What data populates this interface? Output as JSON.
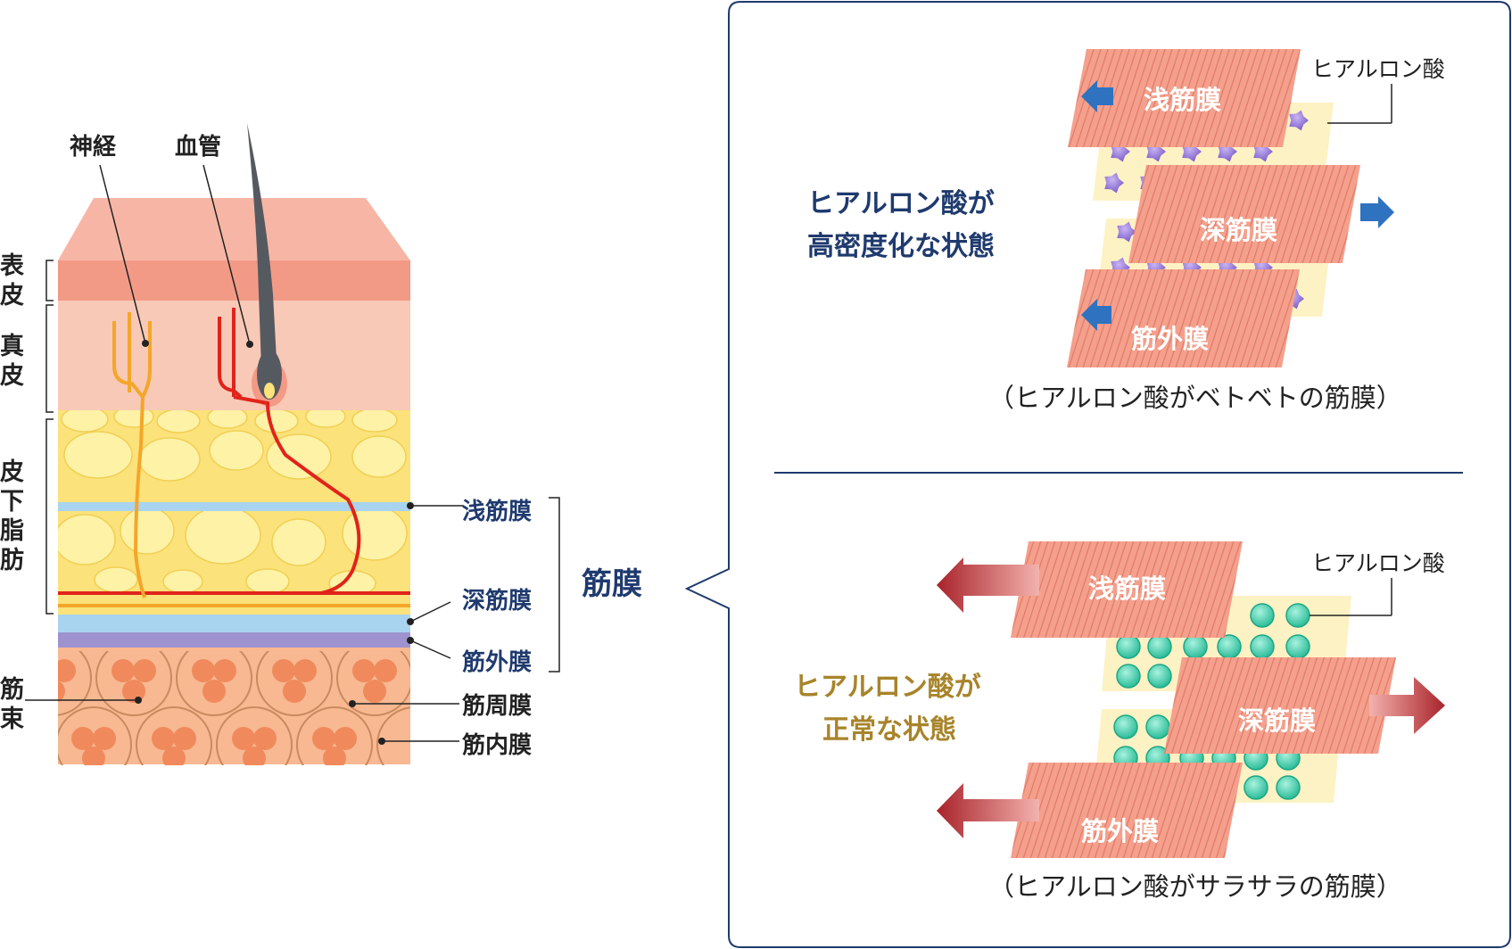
{
  "left": {
    "labels": {
      "nerve": "神経",
      "vessel": "血管",
      "epidermis": "表皮",
      "dermis": "真皮",
      "subcutaneous": "皮下脂肪",
      "bundle": "筋束",
      "superficial_fascia": "浅筋膜",
      "deep_fascia": "深筋膜",
      "epimysium": "筋外膜",
      "fascia_group": "筋膜",
      "perimysium": "筋周膜",
      "endomysium": "筋内膜"
    }
  },
  "top_panel": {
    "state_line1": "ヒアルロン酸が",
    "state_line2": "高密度化な状態",
    "ha_label": "ヒアルロン酸",
    "sheet_top": "浅筋膜",
    "sheet_mid": "深筋膜",
    "sheet_bottom": "筋外膜",
    "caption": "（ヒアルロン酸がベトベトの筋膜）"
  },
  "bottom_panel": {
    "state_line1": "ヒアルロン酸が",
    "state_line2": "正常な状態",
    "ha_label": "ヒアルロン酸",
    "sheet_top": "浅筋膜",
    "sheet_mid": "深筋膜",
    "sheet_bottom": "筋外膜",
    "caption": "（ヒアルロン酸がサラサラの筋膜）"
  },
  "colors": {
    "navy": "#1f3a6e",
    "gold": "#a8842a",
    "fascia_pink": "#f4a08c",
    "fat_yellow": "#fce98a",
    "ha_purple": "#8a6fd0",
    "ha_teal": "#3fcfb0",
    "arrow_blue": "#2f72c0",
    "arrow_red": "#b0282c"
  }
}
